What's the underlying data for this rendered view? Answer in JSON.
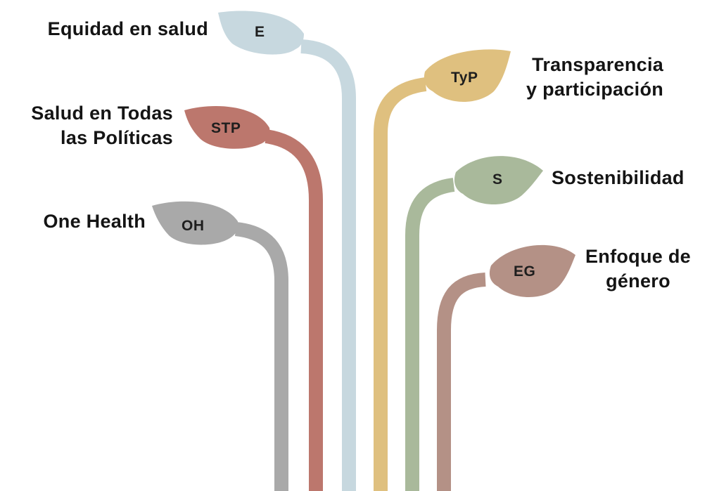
{
  "branches": [
    {
      "id": "equidad",
      "abbr": "E",
      "lines": [
        "Equidad en salud"
      ],
      "color": "#c7d8df"
    },
    {
      "id": "stp",
      "abbr": "STP",
      "lines": [
        "Salud en Todas",
        "las Políticas"
      ],
      "color": "#bc776d"
    },
    {
      "id": "oh",
      "abbr": "OH",
      "lines": [
        "One Health"
      ],
      "color": "#a9a9a9"
    },
    {
      "id": "typ",
      "abbr": "TyP",
      "lines": [
        "Transparencia",
        "y participación"
      ],
      "color": "#dfc07f"
    },
    {
      "id": "s",
      "abbr": "S",
      "lines": [
        "Sostenibilidad"
      ],
      "color": "#a9b99b"
    },
    {
      "id": "eg",
      "abbr": "EG",
      "lines": [
        "Enfoque de",
        "género"
      ],
      "color": "#b49186"
    }
  ]
}
